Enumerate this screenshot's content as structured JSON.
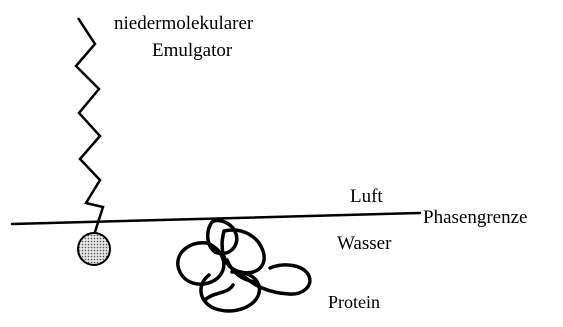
{
  "labels": {
    "emulsifier_line1": "niedermolekularer",
    "emulsifier_line2": "Emulgator",
    "air": "Luft",
    "interface": "Phasengrenze",
    "water": "Wasser",
    "protein": "Protein"
  },
  "colors": {
    "ink": "#000000",
    "background": "#ffffff",
    "head_fill": "#c8c8c8"
  }
}
